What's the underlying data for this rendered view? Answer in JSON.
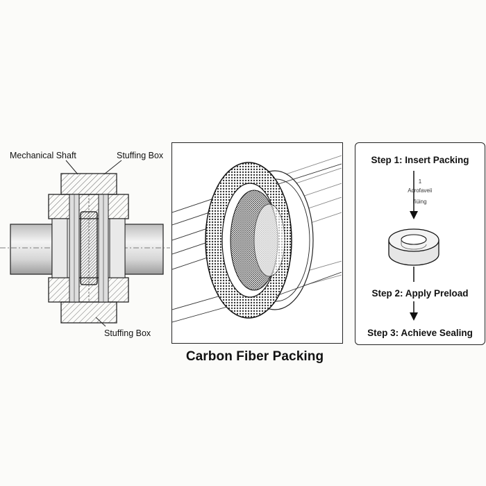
{
  "cross_section": {
    "label_shaft": "Mechanical Shaft",
    "label_box_top": "Stuffing Box",
    "label_box_bottom": "Stuffing Box"
  },
  "center": {
    "caption": "Carbon Fiber Packing"
  },
  "steps": {
    "step1": "Step 1: Insert Packing",
    "note_line1": "1",
    "note_line2": "Acrofaveiì",
    "note_line3": "fiüing",
    "step2": "Step 2: Apply Preload",
    "step3": "Step 3: Achieve Sealing"
  },
  "colors": {
    "line": "#1a1a1a",
    "shaft": "#e2e2e2",
    "packing": "#555555"
  }
}
